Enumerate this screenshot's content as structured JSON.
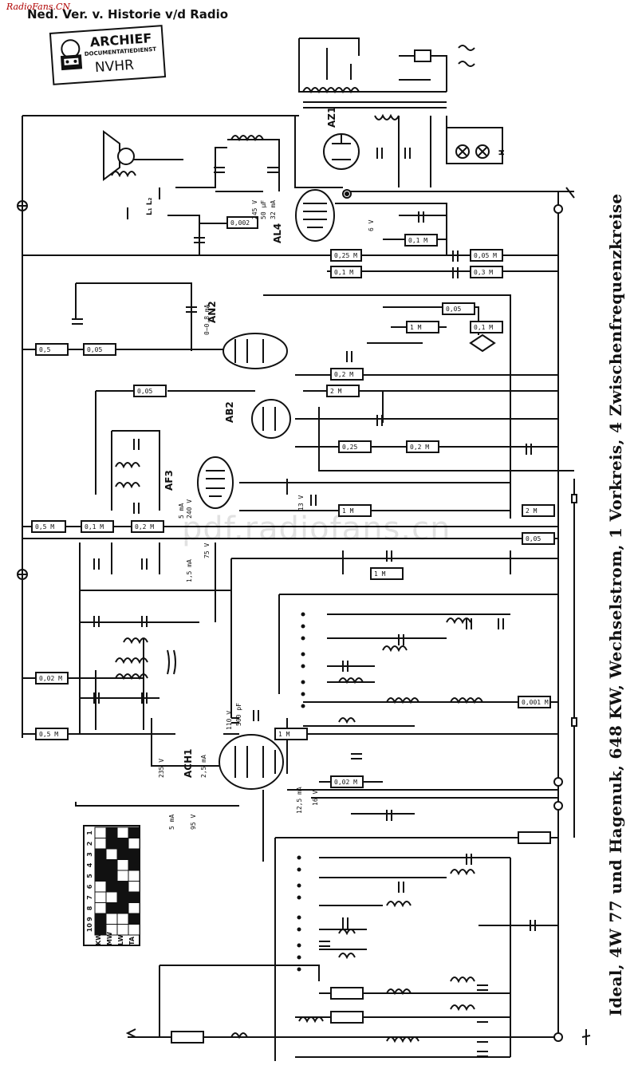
{
  "header": {
    "site": "RadioFans.CN",
    "archive": "Ned. Ver. v. Historie v/d Radio"
  },
  "stamp": {
    "title": "ARCHIEF",
    "subtitle": "DOCUMENTATIEDIENST",
    "org": "NVHR"
  },
  "caption": "Ideal, 4W 77 und Hagenuk, 648 KW, Wechselstrom, 1 Vorkreis, 4 Zwischenfrequenzkreise",
  "watermark": "pdf.radiofans.cn",
  "tubes": {
    "rectifier": "AZ1",
    "output": "AL4",
    "af_amp": "AN2",
    "detector": "AB2",
    "if_amp": "AF3",
    "mixer": "ACH1"
  },
  "labels": {
    "loudspeaker": "L₁ L₂",
    "pilot_lamp": "H",
    "mixer_anode": "110 V",
    "mixer_cap": "500 pF",
    "mixer_screen": "235 V",
    "mixer_current": "2,5 mA",
    "af3_current": "1,5 mA",
    "af3_voltage": "75 V",
    "ach_current2": "5 mA",
    "ach_voltage2": "95 V",
    "an2_current": "0~0,8 mA",
    "al4_current": "32 mA",
    "al4_cap": "50 µF",
    "al4_voltage": "245 V",
    "volt_6v": "6 V",
    "af3_240v": "240 V",
    "af3_5ma": "5 mA",
    "volt_13v": "13 V",
    "ach_125ma": "12,5 mA",
    "ach_16v": "16 V"
  },
  "resistors": {
    "r1": "0,002",
    "r2": "0,1 M",
    "r3": "0,25 M",
    "r4": "0,1 M",
    "r5": "0,05 M",
    "r6": "0,3 M",
    "r7": "0,5",
    "r8": "0,05",
    "r9": "0,05",
    "r10": "1 M",
    "r11": "0,1 M",
    "r12": "0,2 M",
    "r13": "0,05",
    "r14": "2 M",
    "r15": "0,25",
    "r16": "0,2 M",
    "r17": "1 M",
    "r18": "2 M",
    "r19": "0,5 M",
    "r20": "0,1 M",
    "r21": "0,2 M",
    "r22": "0,05",
    "r23": "1 M",
    "r24": "0,02 M",
    "r25": "0,001 M",
    "r26": "0,5 M",
    "r27": "1 M",
    "r28": "0,02 M"
  },
  "band_table": {
    "columns": [
      "1",
      "2",
      "3",
      "4",
      "5",
      "6",
      "7",
      "8",
      "9",
      "10"
    ],
    "rows": [
      "KW",
      "MW",
      "LW",
      "TA"
    ]
  }
}
